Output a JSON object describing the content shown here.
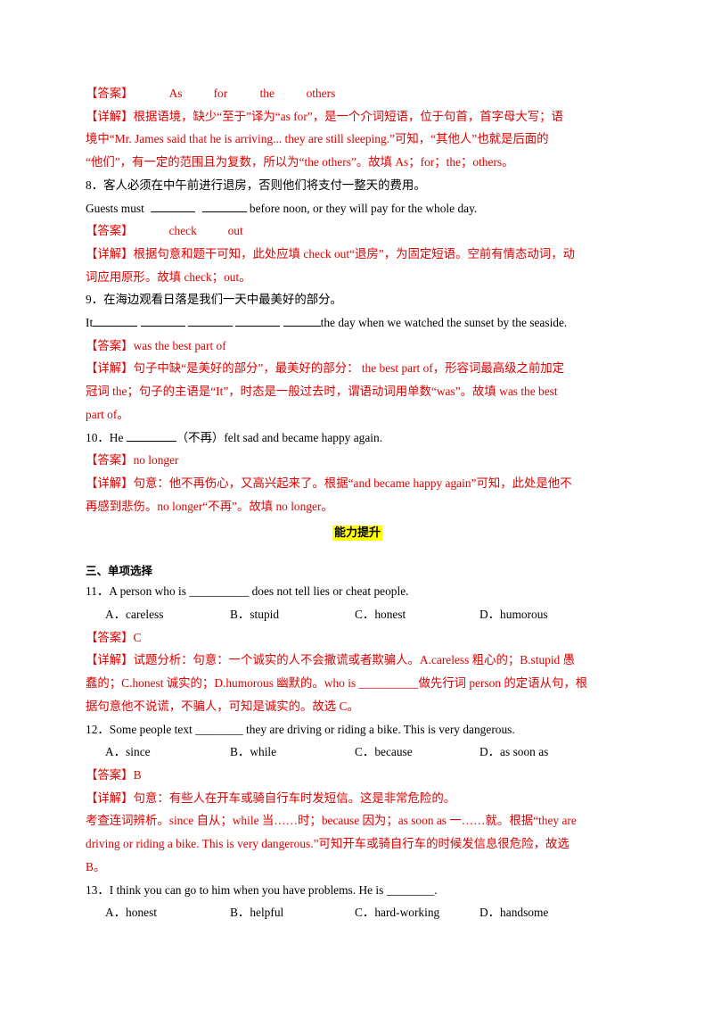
{
  "q7": {
    "answer_label": "【答案】",
    "answer_words": [
      "As",
      "for",
      "the",
      "others"
    ],
    "detail_label": "【详解】",
    "detail_lines": [
      "根据语境，缺少“至于”译为“as for”，是一个介词短语，位于句首，首字母大写；语",
      "境中“Mr. James said that he is arriving... they are still sleeping.”可知，“其他人”也就是后面的",
      "“他们”，有一定的范围且为复数，所以为“the others”。故填 As；for；the；others。"
    ]
  },
  "q8": {
    "number_cn": "8．客人必须在中午前进行退房，否则他们将支付一整天的费用。",
    "en_start": "Guests must",
    "en_end": "before noon, or they will pay for the whole day.",
    "answer_label": "【答案】",
    "answer_words": [
      "check",
      "out"
    ],
    "detail_label": "【详解】",
    "detail_lines": [
      "根据句意和题干可知，此处应填 check out“退房”，为固定短语。空前有情态动词，动",
      "词应用原形。故填 check；out。"
    ]
  },
  "q9": {
    "number_cn": "9．在海边观看日落是我们一天中最美好的部分。",
    "en_start": "It",
    "en_end": "the day when we watched the sunset by the seaside.",
    "answer_label": "【答案】",
    "answer_text": "was the best part of",
    "detail_label": "【详解】",
    "detail_lines": [
      "句子中缺“是美好的部分”，最美好的部分： the best part of，形容词最高级之前加定",
      "冠词 the；句子的主语是“It”，时态是一般过去时，谓语动词用单数“was”。故填 was the best",
      "part of。"
    ]
  },
  "q10": {
    "en_start": "10．He",
    "en_end": "（不再）felt sad and became happy again.",
    "answer_label": "【答案】",
    "answer_text": "no longer",
    "detail_label": "【详解】",
    "detail_lines": [
      "句意：他不再伤心，又高兴起来了。根据“and became happy again”可知，此处是他不",
      "再感到悲伤。no longer“不再”。故填 no longer。"
    ]
  },
  "section_heading": "能力提升",
  "section_title": "三、单项选择",
  "q11": {
    "stem": "11．A person who is __________ does not tell lies or cheat people.",
    "options": [
      "A．careless",
      "B．stupid",
      "C．honest",
      "D．humorous"
    ],
    "answer_label": "【答案】",
    "answer_text": "C",
    "detail_label": "【详解】",
    "detail_lines": [
      "试题分析：句意：一个诚实的人不会撒谎或者欺骗人。A.careless 粗心的；B.stupid  愚",
      "蠢的；C.honest 诚实的；D.humorous 幽默的。who is __________做先行词 person 的定语从句，根",
      "据句意他不说谎，不骗人，可知是诚实的。故选 C。"
    ]
  },
  "q12": {
    "stem": "12．Some people text ________ they are driving or riding a bike. This is very dangerous.",
    "options": [
      "A．since",
      "B．while",
      "C．because",
      "D．as soon as"
    ],
    "answer_label": "【答案】",
    "answer_text": "B",
    "detail_label": "【详解】",
    "detail_lines": [
      "句意：有些人在开车或骑自行车时发短信。这是非常危险的。",
      "考查连词辨析。since 自从；while 当……时；because 因为；as soon as 一……就。根据“they are",
      "driving or riding a bike. This is very dangerous.”可知开车或骑自行车的时候发信息很危险，故选",
      "B。"
    ]
  },
  "q13": {
    "stem": "13．I think you can go to him when you have problems. He is ________.",
    "options": [
      "A．honest",
      "B．helpful",
      "C．hard-working",
      "D．handsome"
    ]
  }
}
